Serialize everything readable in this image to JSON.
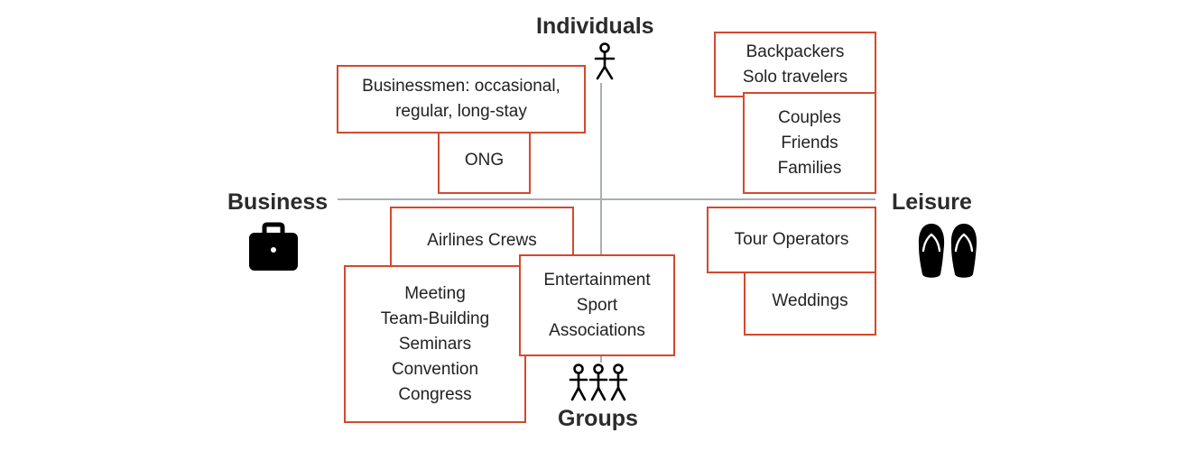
{
  "axes": {
    "top": "Individuals",
    "bottom": "Groups",
    "left": "Business",
    "right": "Leisure"
  },
  "icons": {
    "top": "single-person-icon",
    "bottom": "three-people-icon",
    "left": "briefcase-icon",
    "right": "flip-flops-icon"
  },
  "colors": {
    "box_border": "#d3492c",
    "axis_line": "#a9aeb4",
    "icon": "#000000"
  },
  "boxes": {
    "businessmen": "Businessmen: occasional,\nregular, long-stay",
    "ong": "ONG",
    "backpackers": "Backpackers\nSolo travelers",
    "couples": "Couples\nFriends\nFamilies",
    "airlines": "Airlines Crews",
    "meeting": "Meeting\nTeam-Building\nSeminars\nConvention\nCongress",
    "entertainment": "Entertainment\nSport\nAssociations",
    "tour_operators": "Tour Operators",
    "weddings": "Weddings"
  }
}
